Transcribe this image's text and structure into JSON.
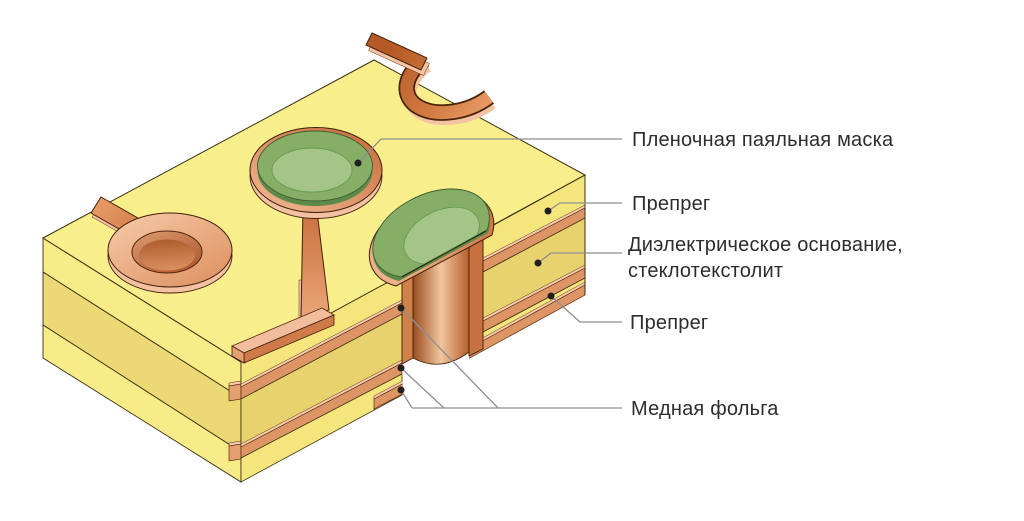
{
  "diagram": {
    "kind": "pcb-multilayer-isometric-cutaway",
    "labels": {
      "solder_mask": "Пленочная паяльная маска",
      "prepreg_top": "Препрег",
      "dielectric_base_line1": "Диэлектрическое основание,",
      "dielectric_base_line2": "стеклотекстолит",
      "prepreg_bottom": "Препрег",
      "copper_foil": "Медная фольга"
    },
    "colors": {
      "board_top_yellow": "#f8ef8c",
      "board_side_yellow": "#f4e67c",
      "core_tan": "#e8d26e",
      "copper_mid": "#d07a45",
      "copper_light": "#f4c3a2",
      "copper_dark": "#b55c2e",
      "solder_mask_green": "#86ae66",
      "solder_mask_green_light": "#a4c488",
      "outline": "#362a10",
      "leader_gray": "#8f8f8f",
      "text": "#2d2d2d",
      "background": "#ffffff"
    }
  }
}
